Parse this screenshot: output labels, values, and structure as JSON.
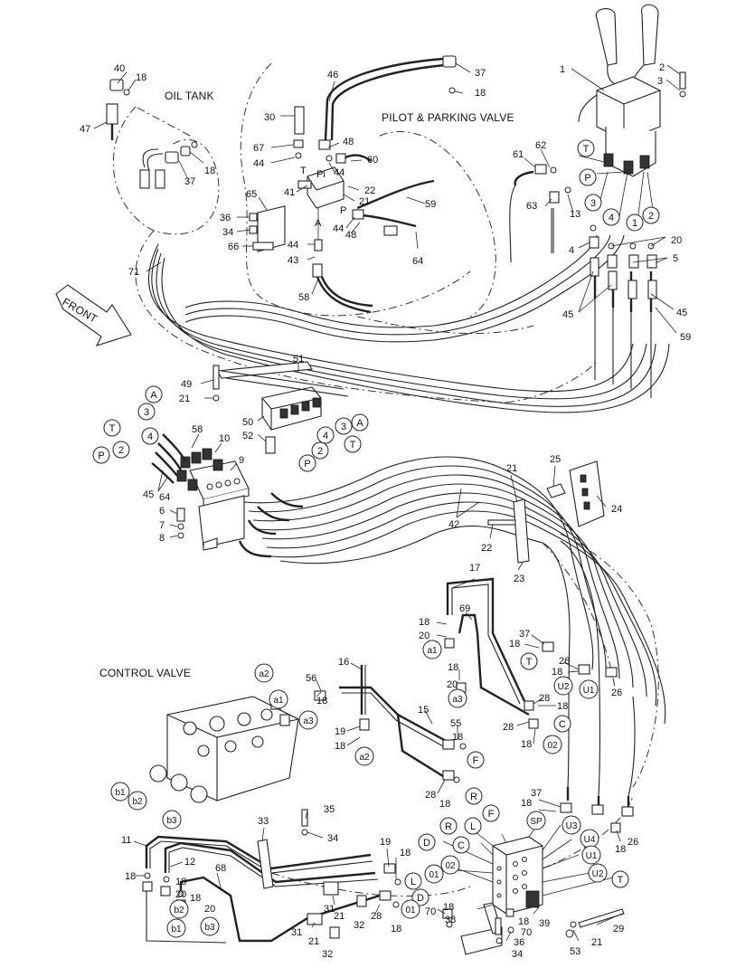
{
  "captions": {
    "oil_tank": "OIL TANK",
    "pilot_parking_valve": "PILOT & PARKING VALVE",
    "control_valve": "CONTROL VALVE",
    "front": "FRONT"
  },
  "port_letters": {
    "T": "T",
    "Pi": "Pi",
    "P": "P",
    "A": "A"
  },
  "part_labels": [
    {
      "id": "p40",
      "text": "40"
    },
    {
      "id": "p18a",
      "text": "18"
    },
    {
      "id": "p47",
      "text": "47"
    },
    {
      "id": "p18b",
      "text": "18"
    },
    {
      "id": "p37a",
      "text": "37"
    },
    {
      "id": "p30",
      "text": "30"
    },
    {
      "id": "p46",
      "text": "46"
    },
    {
      "id": "p37b",
      "text": "37"
    },
    {
      "id": "p18c",
      "text": "18"
    },
    {
      "id": "p67",
      "text": "67"
    },
    {
      "id": "p44a",
      "text": "44"
    },
    {
      "id": "p48a",
      "text": "48"
    },
    {
      "id": "p44b",
      "text": "44"
    },
    {
      "id": "p60",
      "text": "60"
    },
    {
      "id": "p41",
      "text": "41"
    },
    {
      "id": "p22a",
      "text": "22"
    },
    {
      "id": "p21a",
      "text": "21"
    },
    {
      "id": "p65",
      "text": "65"
    },
    {
      "id": "p36a",
      "text": "36"
    },
    {
      "id": "p34a",
      "text": "34"
    },
    {
      "id": "p66",
      "text": "66"
    },
    {
      "id": "p44c",
      "text": "44"
    },
    {
      "id": "p48b",
      "text": "48"
    },
    {
      "id": "p59a",
      "text": "59"
    },
    {
      "id": "p64a",
      "text": "64"
    },
    {
      "id": "p44d",
      "text": "44"
    },
    {
      "id": "p43",
      "text": "43"
    },
    {
      "id": "p58a",
      "text": "58"
    },
    {
      "id": "p71",
      "text": "71"
    },
    {
      "id": "p1",
      "text": "1"
    },
    {
      "id": "p2",
      "text": "2"
    },
    {
      "id": "p3",
      "text": "3"
    },
    {
      "id": "p61",
      "text": "61"
    },
    {
      "id": "p62",
      "text": "62"
    },
    {
      "id": "p63",
      "text": "63"
    },
    {
      "id": "p13",
      "text": "13"
    },
    {
      "id": "p4",
      "text": "4"
    },
    {
      "id": "p20a",
      "text": "20"
    },
    {
      "id": "p5",
      "text": "5"
    },
    {
      "id": "p45a",
      "text": "45"
    },
    {
      "id": "p45b",
      "text": "45"
    },
    {
      "id": "p59b",
      "text": "59"
    },
    {
      "id": "p51",
      "text": "51"
    },
    {
      "id": "p49",
      "text": "49"
    },
    {
      "id": "p21b",
      "text": "21"
    },
    {
      "id": "p50",
      "text": "50"
    },
    {
      "id": "p52",
      "text": "52"
    },
    {
      "id": "p58b",
      "text": "58"
    },
    {
      "id": "p10",
      "text": "10"
    },
    {
      "id": "p9",
      "text": "9"
    },
    {
      "id": "p45c",
      "text": "45"
    },
    {
      "id": "p64b",
      "text": "64"
    },
    {
      "id": "p6",
      "text": "6"
    },
    {
      "id": "p7",
      "text": "7"
    },
    {
      "id": "p8",
      "text": "8"
    },
    {
      "id": "p25",
      "text": "25"
    },
    {
      "id": "p21c",
      "text": "21"
    },
    {
      "id": "p24",
      "text": "24"
    },
    {
      "id": "p42",
      "text": "42"
    },
    {
      "id": "p22b",
      "text": "22"
    },
    {
      "id": "p23",
      "text": "23"
    },
    {
      "id": "p17",
      "text": "17"
    },
    {
      "id": "p69",
      "text": "69"
    },
    {
      "id": "p18d",
      "text": "18"
    },
    {
      "id": "p20b",
      "text": "20"
    },
    {
      "id": "p37c",
      "text": "37"
    },
    {
      "id": "p18e",
      "text": "18"
    },
    {
      "id": "p26a",
      "text": "26"
    },
    {
      "id": "p18f",
      "text": "18"
    },
    {
      "id": "p26b",
      "text": "26"
    },
    {
      "id": "p18g",
      "text": "18"
    },
    {
      "id": "p20c",
      "text": "20"
    },
    {
      "id": "p28a",
      "text": "28"
    },
    {
      "id": "p18h",
      "text": "18"
    },
    {
      "id": "p28b",
      "text": "28"
    },
    {
      "id": "p18i",
      "text": "18"
    },
    {
      "id": "p16",
      "text": "16"
    },
    {
      "id": "p56",
      "text": "56"
    },
    {
      "id": "p18j",
      "text": "18"
    },
    {
      "id": "p15",
      "text": "15"
    },
    {
      "id": "p19a",
      "text": "19"
    },
    {
      "id": "p18k",
      "text": "18"
    },
    {
      "id": "p55",
      "text": "55"
    },
    {
      "id": "p18l",
      "text": "18"
    },
    {
      "id": "p28c",
      "text": "28"
    },
    {
      "id": "p18m",
      "text": "18"
    },
    {
      "id": "p37d",
      "text": "37"
    },
    {
      "id": "p18n",
      "text": "18"
    },
    {
      "id": "p26c",
      "text": "26"
    },
    {
      "id": "p18o",
      "text": "18"
    },
    {
      "id": "p35",
      "text": "35"
    },
    {
      "id": "p34b",
      "text": "34"
    },
    {
      "id": "p33",
      "text": "33"
    },
    {
      "id": "p11",
      "text": "11"
    },
    {
      "id": "p12",
      "text": "12"
    },
    {
      "id": "p68",
      "text": "68"
    },
    {
      "id": "p18p",
      "text": "18"
    },
    {
      "id": "p18q",
      "text": "18"
    },
    {
      "id": "p20d",
      "text": "20"
    },
    {
      "id": "p18r",
      "text": "18"
    },
    {
      "id": "p20e",
      "text": "20"
    },
    {
      "id": "p19b",
      "text": "19"
    },
    {
      "id": "p18s",
      "text": "18"
    },
    {
      "id": "p31a",
      "text": "31"
    },
    {
      "id": "p21d",
      "text": "21"
    },
    {
      "id": "p32a",
      "text": "32"
    },
    {
      "id": "p31b",
      "text": "31"
    },
    {
      "id": "p21e",
      "text": "21"
    },
    {
      "id": "p32b",
      "text": "32"
    },
    {
      "id": "p28d",
      "text": "28"
    },
    {
      "id": "p18t",
      "text": "18"
    },
    {
      "id": "p70a",
      "text": "70"
    },
    {
      "id": "p18u",
      "text": "18"
    },
    {
      "id": "p38",
      "text": "38"
    },
    {
      "id": "p18v",
      "text": "18"
    },
    {
      "id": "p70b",
      "text": "70"
    },
    {
      "id": "p36b",
      "text": "36"
    },
    {
      "id": "p34c",
      "text": "34"
    },
    {
      "id": "p39",
      "text": "39"
    },
    {
      "id": "p29",
      "text": "29"
    },
    {
      "id": "p21f",
      "text": "21"
    },
    {
      "id": "p53",
      "text": "53"
    }
  ],
  "callouts": [
    {
      "id": "cT1",
      "text": "T"
    },
    {
      "id": "cP1",
      "text": "P"
    },
    {
      "id": "c3a",
      "text": "3"
    },
    {
      "id": "c4a",
      "text": "4"
    },
    {
      "id": "c1a",
      "text": "1"
    },
    {
      "id": "c2a",
      "text": "2"
    },
    {
      "id": "cA1",
      "text": "A"
    },
    {
      "id": "c3b",
      "text": "3"
    },
    {
      "id": "cT2",
      "text": "T"
    },
    {
      "id": "c4b",
      "text": "4"
    },
    {
      "id": "cP2",
      "text": "P"
    },
    {
      "id": "c2b",
      "text": "2"
    },
    {
      "id": "cA2",
      "text": "A"
    },
    {
      "id": "c3c",
      "text": "3"
    },
    {
      "id": "cT3",
      "text": "T"
    },
    {
      "id": "c4c",
      "text": "4"
    },
    {
      "id": "cP3",
      "text": "P"
    },
    {
      "id": "c2c",
      "text": "2"
    },
    {
      "id": "c3d",
      "text": "3"
    },
    {
      "id": "cA3",
      "text": "A"
    },
    {
      "id": "c4d",
      "text": "4"
    },
    {
      "id": "cT4",
      "text": "T"
    },
    {
      "id": "c2d",
      "text": "2"
    },
    {
      "id": "cP4",
      "text": "P"
    },
    {
      "id": "ca1a",
      "text": "a1"
    },
    {
      "id": "cT5",
      "text": "T"
    },
    {
      "id": "cU2a",
      "text": "U2"
    },
    {
      "id": "cU1a",
      "text": "U1"
    },
    {
      "id": "ca3a",
      "text": "a3"
    },
    {
      "id": "cC1",
      "text": "C"
    },
    {
      "id": "c02a",
      "text": "02"
    },
    {
      "id": "ca2a",
      "text": "a2"
    },
    {
      "id": "ca1b",
      "text": "a1"
    },
    {
      "id": "ca3b",
      "text": "a3"
    },
    {
      "id": "cb1a",
      "text": "b1"
    },
    {
      "id": "cb2a",
      "text": "b2"
    },
    {
      "id": "cb3a",
      "text": "b3"
    },
    {
      "id": "cF1",
      "text": "F"
    },
    {
      "id": "ca2b",
      "text": "a2"
    },
    {
      "id": "cR1",
      "text": "R"
    },
    {
      "id": "cF2",
      "text": "F"
    },
    {
      "id": "cR2",
      "text": "R"
    },
    {
      "id": "cL1",
      "text": "L"
    },
    {
      "id": "cSP",
      "text": "SP"
    },
    {
      "id": "cU3",
      "text": "U3"
    },
    {
      "id": "cU4",
      "text": "U4"
    },
    {
      "id": "cU1b",
      "text": "U1"
    },
    {
      "id": "cU2b",
      "text": "U2"
    },
    {
      "id": "cT6",
      "text": "T"
    },
    {
      "id": "cD1",
      "text": "D"
    },
    {
      "id": "cC2",
      "text": "C"
    },
    {
      "id": "c01a",
      "text": "01"
    },
    {
      "id": "c02b",
      "text": "02"
    },
    {
      "id": "cL2",
      "text": "L"
    },
    {
      "id": "cD2",
      "text": "D"
    },
    {
      "id": "c01b",
      "text": "01"
    },
    {
      "id": "cb2b",
      "text": "b2"
    },
    {
      "id": "cb1b",
      "text": "b1"
    },
    {
      "id": "cb3b",
      "text": "b3"
    }
  ]
}
